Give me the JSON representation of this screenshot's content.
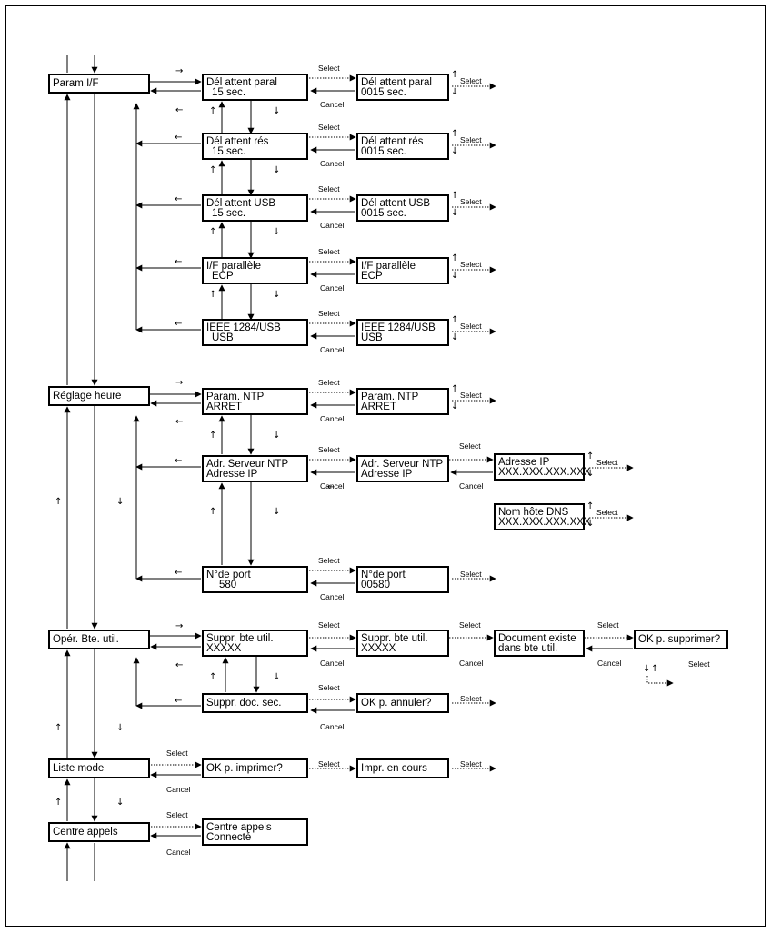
{
  "labels": {
    "select": "Select",
    "cancel": "Cancel"
  },
  "arrows": {
    "up": "↑",
    "down": "↓",
    "left": "←",
    "right": "→"
  },
  "menus": [
    {
      "key": "param_if",
      "title": "Param I/F",
      "settings": [
        {
          "key": "del_paral",
          "current": [
            "Dél attent paral",
            "15 sec."
          ],
          "edit": [
            "Dél attent paral",
            "0015 sec."
          ]
        },
        {
          "key": "del_res",
          "current": [
            "Dél attent rés",
            "15 sec."
          ],
          "edit": [
            "Dél attent rés",
            "0015 sec."
          ]
        },
        {
          "key": "del_usb",
          "current": [
            "Dél attent USB",
            "15 sec."
          ],
          "edit": [
            "Dél attent USB",
            "0015 sec."
          ]
        },
        {
          "key": "if_parallele",
          "current": [
            "I/F parallèle",
            "ECP"
          ],
          "edit": [
            "I/F parallèle",
            "ECP"
          ]
        },
        {
          "key": "ieee1284",
          "current": [
            "IEEE 1284/USB",
            "USB"
          ],
          "edit": [
            "IEEE 1284/USB",
            "USB"
          ]
        }
      ]
    },
    {
      "key": "reglage_heure",
      "title": "Réglage heure",
      "settings": [
        {
          "key": "param_ntp",
          "current": [
            "Param. NTP",
            "ARRET"
          ],
          "edit": [
            "Param. NTP",
            "ARRET"
          ]
        },
        {
          "key": "adr_ntp",
          "current": [
            "Adr. Serveur NTP",
            "Adresse IP"
          ],
          "edit": [
            "Adr. Serveur NTP",
            "Adresse IP"
          ],
          "options": [
            [
              "Adresse IP",
              "XXX.XXX.XXX.XXX"
            ],
            [
              "Nom hôte DNS",
              "XXX.XXX.XXX.XXX"
            ]
          ]
        },
        {
          "key": "port",
          "current": [
            "N°de port",
            "580"
          ],
          "edit": [
            "N°de port",
            "00580"
          ]
        }
      ]
    },
    {
      "key": "oper_bte",
      "title": "Opér. Bte. util.",
      "settings": [
        {
          "key": "suppr_bte",
          "current": [
            "Suppr. bte util.",
            "XXXXX"
          ],
          "edit": [
            "Suppr. bte util.",
            "XXXXX"
          ],
          "chain": [
            [
              "Document existe",
              "dans bte util."
            ],
            [
              "OK p. supprimer?"
            ]
          ]
        },
        {
          "key": "suppr_doc",
          "current": [
            "Suppr. doc. sec."
          ],
          "edit": [
            "OK p. annuler?"
          ]
        }
      ]
    },
    {
      "key": "liste_mode",
      "title": "Liste mode",
      "confirm": [
        "OK p. imprimer?"
      ],
      "progress": [
        "Impr. en cours"
      ]
    },
    {
      "key": "centre_appels",
      "title": "Centre appels",
      "result": [
        "Centre appels",
        "Connecté"
      ]
    }
  ]
}
